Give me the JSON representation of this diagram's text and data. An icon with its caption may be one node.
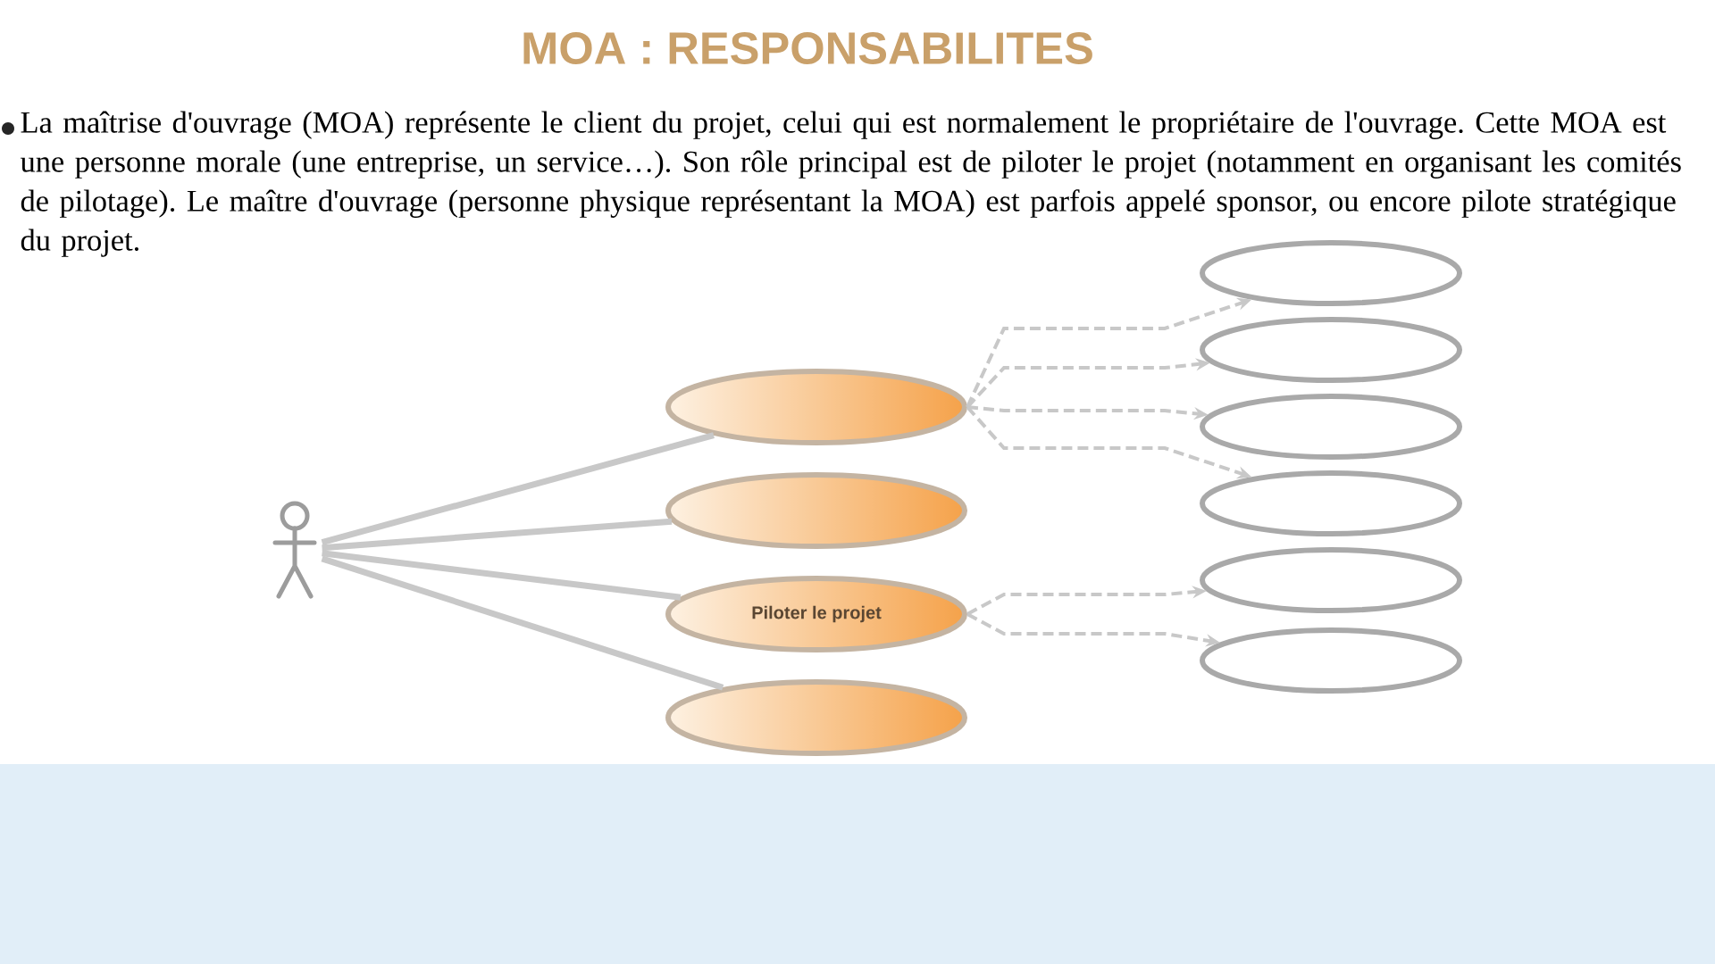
{
  "diagram": {
    "title": "MOA : RESPONSABILITES",
    "nodes": [
      {
        "text": [],
        "shape": "person"
      },
      {
        "text": [],
        "shape": "ellipse"
      },
      {
        "text": [],
        "shape": "ellipse"
      },
      {
        "text": [
          "Piloter le projet"
        ]
      },
      {
        "text": [],
        "shape": "ellipse"
      },
      {
        "text": [],
        "shape": "ellipse"
      },
      {
        "text": [],
        "shape": "ellipse"
      },
      {
        "text": [],
        "shape": "ellipse"
      },
      {
        "text": [],
        "shape": "ellipse"
      },
      {
        "text": [],
        "shape": "ellipse"
      },
      {
        "text": [],
        "shape": "ellipse"
      }
    ],
    "edges": [
      {
        "from": 0,
        "to": 1,
        "arrow": "none"
      },
      {
        "from": 0,
        "to": 2,
        "arrow": "none"
      },
      {
        "from": 0,
        "to": 3,
        "arrow": "none"
      },
      {
        "from": 0,
        "to": 4,
        "arrow": "none"
      },
      {
        "from": 1,
        "to": 5,
        "arrow": "to",
        "style": "dashed"
      },
      {
        "from": 1,
        "to": 6,
        "arrow": "to",
        "style": "dashed"
      },
      {
        "from": 1,
        "to": 7,
        "arrow": "to",
        "style": "dashed"
      },
      {
        "from": 1,
        "to": 8,
        "arrow": "to",
        "style": "dashed"
      },
      {
        "from": 3,
        "to": 9,
        "arrow": "to",
        "style": "dashed"
      },
      {
        "from": 3,
        "to": 10,
        "arrow": "to",
        "style": "dashed"
      }
    ],
    "labels": [
      "La maîtrise d'ouvrage (MOA) représente le client du projet, celui qui est normalement le propriétaire de l'ouvrage. Cette MOA est une personne morale (une entreprise, un service…). Son rôle principal est de piloter le projet (notamment en organisant les comités de pilotage). Le maître d'ouvrage (personne physique représentant la MOA) est parfois appelé sponsor, ou encore pilote stratégique du projet."
    ]
  }
}
